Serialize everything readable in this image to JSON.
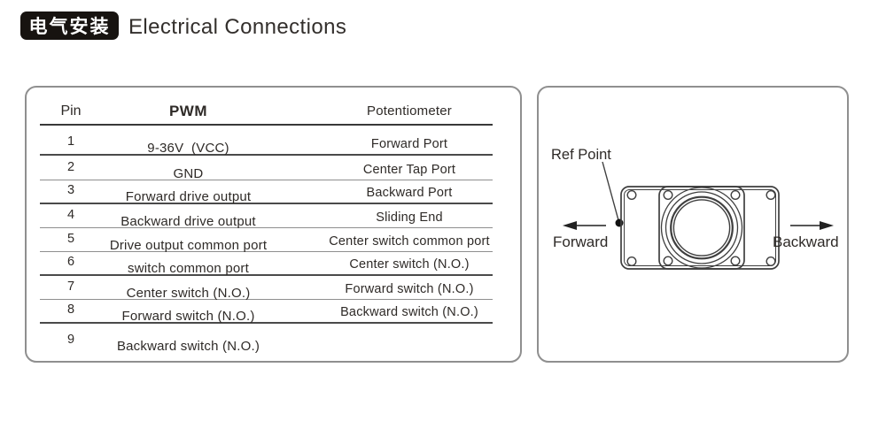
{
  "header": {
    "badge_zh": "电气安装",
    "title": "Electrical Connections"
  },
  "table": {
    "columns": [
      "Pin",
      "PWM",
      "Potentiometer"
    ],
    "rows": [
      {
        "pin": "1",
        "pwm": "9-36V  (VCC)",
        "pot": "Forward Port"
      },
      {
        "pin": "2",
        "pwm": "GND",
        "pot": "Center Tap Port"
      },
      {
        "pin": "3",
        "pwm": "Forward drive output",
        "pot": "Backward Port"
      },
      {
        "pin": "4",
        "pwm": "Backward drive output",
        "pot": "Sliding End"
      },
      {
        "pin": "5",
        "pwm": "Drive output common port",
        "pot": "Center switch common port"
      },
      {
        "pin": "6",
        "pwm": "switch common port",
        "pot": "Center switch (N.O.)"
      },
      {
        "pin": "7",
        "pwm": "Center switch (N.O.)",
        "pot": "Forward switch (N.O.)"
      },
      {
        "pin": "8",
        "pwm": "Forward switch (N.O.)",
        "pot": "Backward switch (N.O.)"
      },
      {
        "pin": "9",
        "pwm": "Backward switch (N.O.)",
        "pot": ""
      }
    ]
  },
  "diagram": {
    "ref_point_label": "Ref Point",
    "forward_label": "Forward",
    "backward_label": "Backward"
  },
  "colors": {
    "badge_bg": "#171310",
    "drawing_stroke": "#3f3f3f",
    "panel_border": "#8f8f8f",
    "text": "#2e2a27"
  }
}
